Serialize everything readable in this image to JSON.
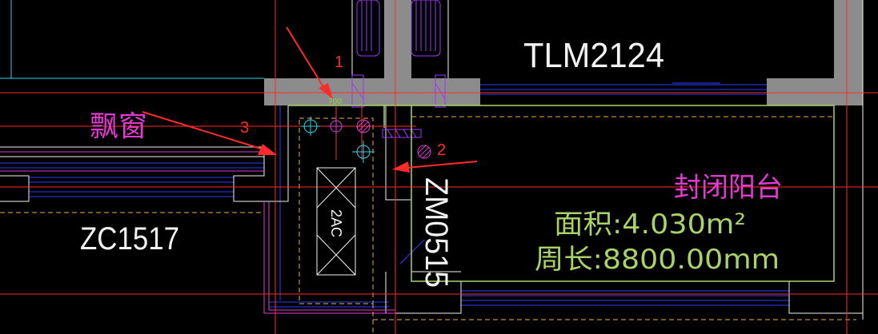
{
  "labels": {
    "door_tlm": "TLM2124",
    "window_zc": "ZC1517",
    "bay_window": "飘窗",
    "closed_balcony": "封闭阳台",
    "area": "面积:4.030m²",
    "perimeter": "周长:8800.00mm",
    "door_zm": "ZM0515",
    "ac_unit": "2AC",
    "dim_small": "700"
  },
  "markers": {
    "m1": "1",
    "m2": "2",
    "m3": "3"
  },
  "colors": {
    "background": "#000000",
    "wall": "#8c8c8c",
    "red_line": "#ff2a2a",
    "blue_line": "#2b3cff",
    "cyan_line": "#2ad4e6",
    "magenta_line": "#e23ad0",
    "purple_line": "#9b39ff",
    "yellow_dash": "#e8b23a",
    "green_outline": "#a9d26a",
    "white_line": "#f2f2f2"
  }
}
